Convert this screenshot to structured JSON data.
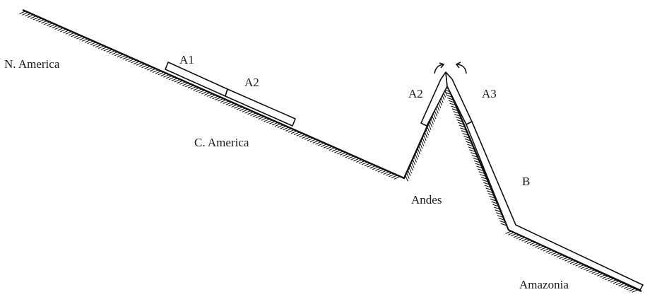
{
  "labels": {
    "north_america": "N. America",
    "central_america": "C. America",
    "andes": "Andes",
    "amazonia": "Amazonia",
    "a1": "A1",
    "a2_lowland": "A2",
    "a2_andes": "A2",
    "a3": "A3",
    "b": "B"
  },
  "colors": {
    "ink": "#111111",
    "background": "#ffffff"
  }
}
